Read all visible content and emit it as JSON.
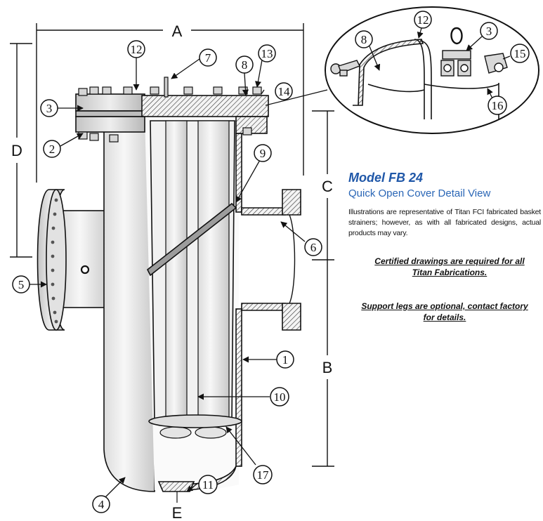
{
  "model": {
    "title": "Model FB 24",
    "subtitle": "Quick Open Cover Detail View",
    "description": "Illustrations are representative of Titan FCI fabricated basket strainers; however, as with all fabricated designs, actual products may vary."
  },
  "notes": {
    "certified_line1": "Certified drawings are required for all",
    "certified_line2": "Titan Fabrications.",
    "support_line1": "Support legs are optional, contact factory",
    "support_line2": "for details."
  },
  "dimensions": {
    "A": "A",
    "B": "B",
    "C": "C",
    "D": "D",
    "E": "E"
  },
  "callouts": {
    "c1": "1",
    "c2": "2",
    "c3": "3",
    "c4": "4",
    "c5": "5",
    "c6": "6",
    "c7": "7",
    "c8": "8",
    "c9": "9",
    "c10": "10",
    "c11": "11",
    "c12": "12",
    "c13": "13",
    "c14": "14",
    "c17": "17"
  },
  "detail_callouts": {
    "c3": "3",
    "c8": "8",
    "c12": "12",
    "c15": "15",
    "c16": "16"
  },
  "colors": {
    "accent_blue": "#1f57a8",
    "line": "#111111",
    "metal_light": "#e6e6e6",
    "metal_mid": "#bdbdbd"
  }
}
